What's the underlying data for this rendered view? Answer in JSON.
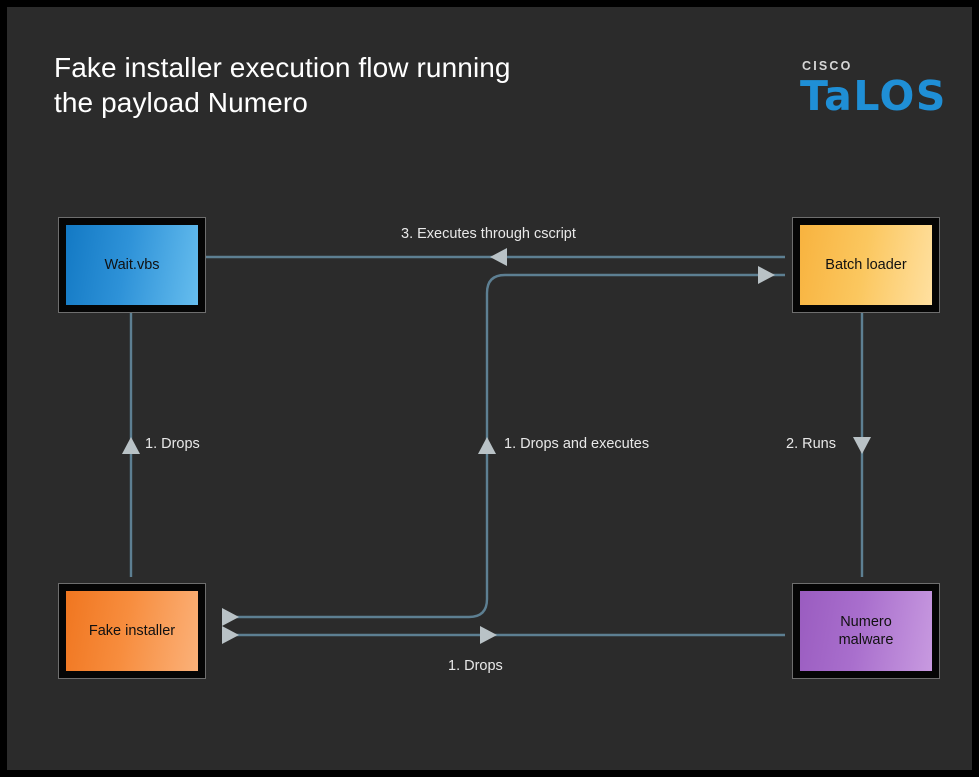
{
  "page": {
    "title": "Fake installer execution flow running\nthe payload Numero",
    "background_color": "#2b2b2b",
    "frame_color": "#000000"
  },
  "logo": {
    "brand": "CISCO",
    "product": "TaLOS",
    "brand_color": "#d6d6d6",
    "product_color": "#1f8fd6"
  },
  "diagram": {
    "type": "flowchart",
    "connector_color": "#5d7f92",
    "arrow_color": "#b9c2c6",
    "nodes": [
      {
        "id": "wait",
        "label": "Wait.vbs",
        "color": "#2e92d8",
        "position": "top-left"
      },
      {
        "id": "batch",
        "label": "Batch loader",
        "color": "#fbc75f",
        "position": "top-right"
      },
      {
        "id": "fake",
        "label": "Fake installer",
        "color": "#f78d3e",
        "position": "bottom-left"
      },
      {
        "id": "numero",
        "label": "Numero\nmalware",
        "color": "#a96fcd",
        "position": "bottom-right"
      }
    ],
    "edges": [
      {
        "id": "e-cscript",
        "label": "3. Executes through cscript",
        "from": "batch",
        "to": "wait",
        "direction": "left"
      },
      {
        "id": "e-drops-left",
        "label": "1. Drops",
        "from": "fake",
        "to": "wait",
        "direction": "up"
      },
      {
        "id": "e-drops-exec",
        "label": "1. Drops and executes",
        "from": "fake",
        "to": "batch",
        "direction": "up"
      },
      {
        "id": "e-runs",
        "label": "2. Runs",
        "from": "batch",
        "to": "numero",
        "direction": "down"
      },
      {
        "id": "e-drops-bottom",
        "label": "1. Drops",
        "from": "fake",
        "to": "numero",
        "direction": "right"
      }
    ]
  }
}
